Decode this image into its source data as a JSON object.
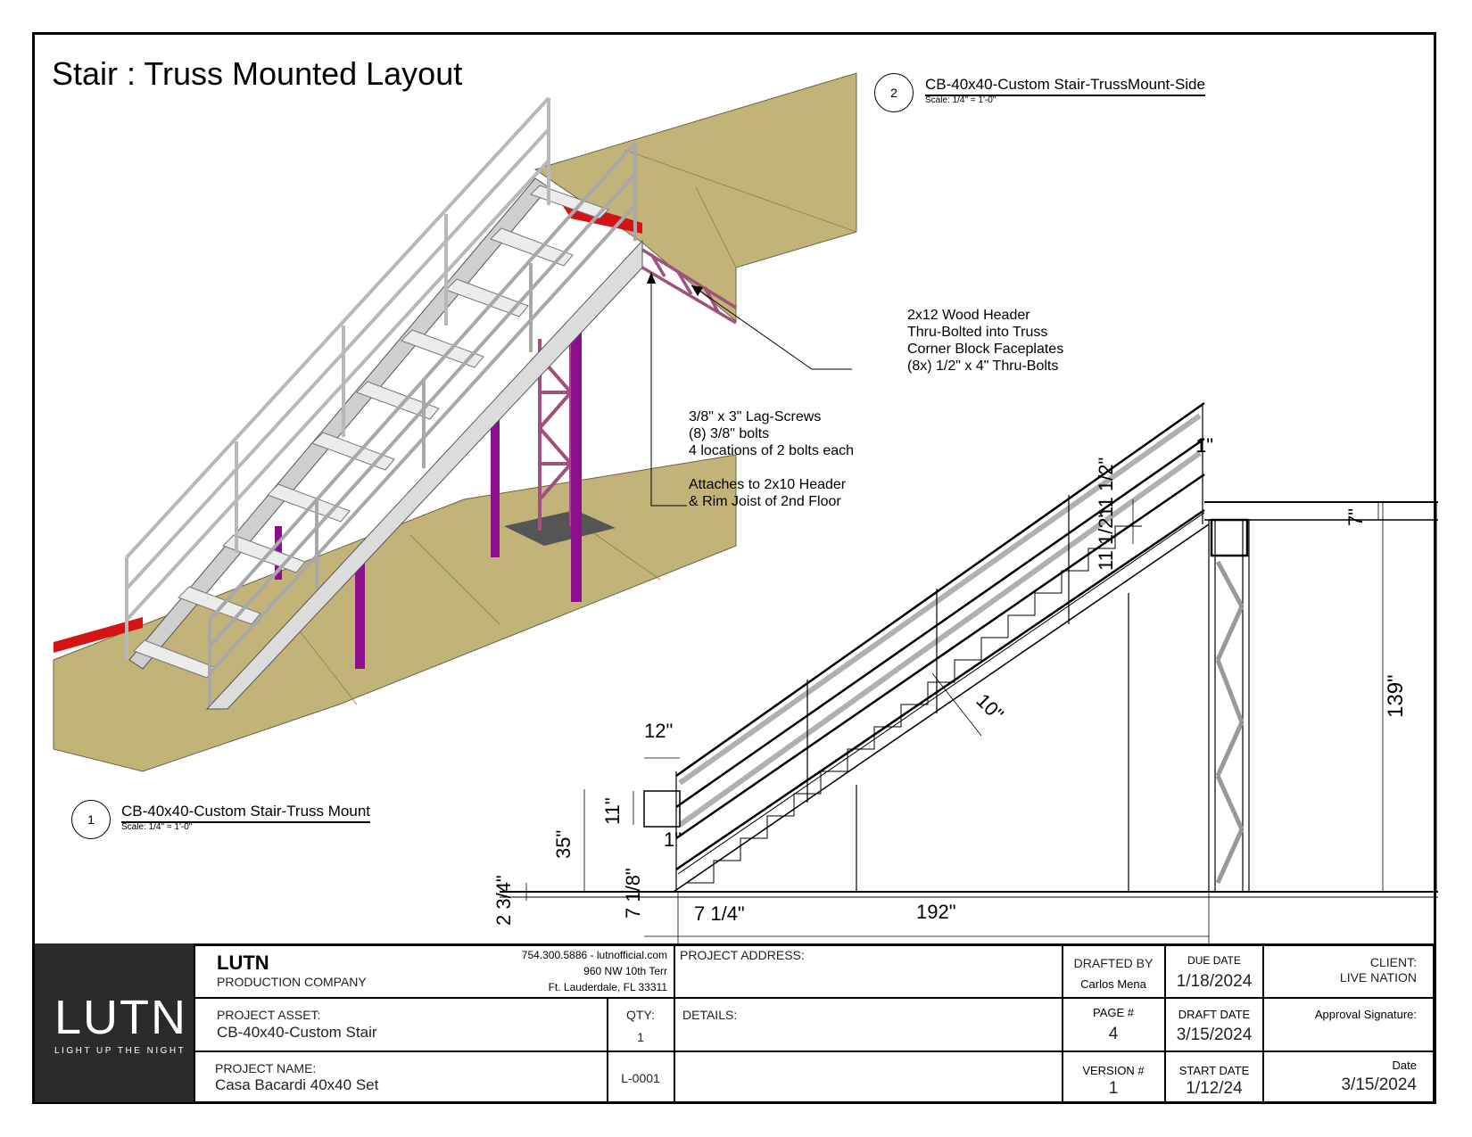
{
  "sheet_title": "Stair : Truss Mounted Layout",
  "view1": {
    "number": "1",
    "name": "CB-40x40-Custom Stair-Truss Mount",
    "scale": "Scale: 1/4\" = 1'-0\""
  },
  "view2": {
    "number": "2",
    "name": "CB-40x40-Custom Stair-TrussMount-Side",
    "scale": "Scale: 1/4\" = 1'-0\""
  },
  "notes": {
    "header": "2x12 Wood Header\nThru-Bolted into Truss\nCorner Block Faceplates\n(8x) 1/2\" x 4\" Thru-Bolts",
    "lag": "3/8\" x 3\" Lag-Screws\n(8) 3/8\" bolts\n4 locations of 2 bolts each\n\nAttaches to 2x10 Header\n& Rim Joist of 2nd Floor"
  },
  "dimensions": {
    "d1": "1\"",
    "d11_5": "11 1/2\"",
    "d11_5b": "11 1/2\"",
    "d7": "7\"",
    "d139": "139\"",
    "d10": "10\"",
    "d12": "12\"",
    "d11": "11\"",
    "d1b": "1\"",
    "d35": "35\"",
    "d2_75": "2 3/4\"",
    "d7_18": "7 1/8\"",
    "d7_14": "7 1/4\"",
    "d192": "192\""
  },
  "title_block": {
    "logo": "LUTN",
    "tagline": "LIGHT UP THE NIGHT",
    "company": "LUTN",
    "company_sub": "PRODUCTION COMPANY",
    "contact_phone": "754.300.5886 - lutnofficial.com",
    "contact_street": "960 NW 10th Terr",
    "contact_city": "Ft. Lauderdale, FL 33311",
    "project_address_label": "PROJECT ADDRESS:",
    "drafted_by_label": "DRAFTED BY",
    "drafted_by": "Carlos Mena",
    "due_date_label": "DUE DATE",
    "due_date": "1/18/2024",
    "client_label": "CLIENT:",
    "client": "LIVE NATION",
    "project_asset_label": "PROJECT ASSET:",
    "project_asset": "CB-40x40-Custom Stair",
    "qty_label": "QTY:",
    "qty": "1",
    "details_label": "DETAILS:",
    "page_label": "PAGE #",
    "page": "4",
    "draft_date_label": "DRAFT DATE",
    "draft_date": "3/15/2024",
    "approval_label": "Approval Signature:",
    "project_name_label": "PROJECT NAME:",
    "project_name": "Casa Bacardi 40x40 Set",
    "sheet_code": "L-0001",
    "version_label": "VERSION #",
    "version": "1",
    "start_date_label": "START DATE",
    "start_date": "1/12/24",
    "date_label": "Date",
    "date": "3/15/2024"
  },
  "colors": {
    "floor": "#c2b378",
    "truss": "#a0527f",
    "post": "#8e0f8e",
    "red": "#d41414",
    "logo_bg": "#2b2b2b"
  }
}
